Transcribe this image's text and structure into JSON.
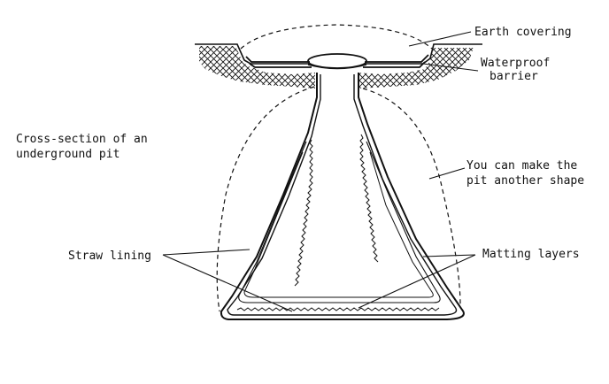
{
  "diagram": {
    "title_line1": "Cross-section of an",
    "title_line2": "underground pit",
    "labels": {
      "earth_covering": "Earth covering",
      "waterproof_line1": "Waterproof",
      "waterproof_line2": "barrier",
      "alt_shape_line1": "You can make the",
      "alt_shape_line2": "pit another shape",
      "straw_lining": "Straw lining",
      "matting_layers": "Matting layers"
    },
    "colors": {
      "ink": "#111111",
      "paper": "#ffffff"
    }
  }
}
